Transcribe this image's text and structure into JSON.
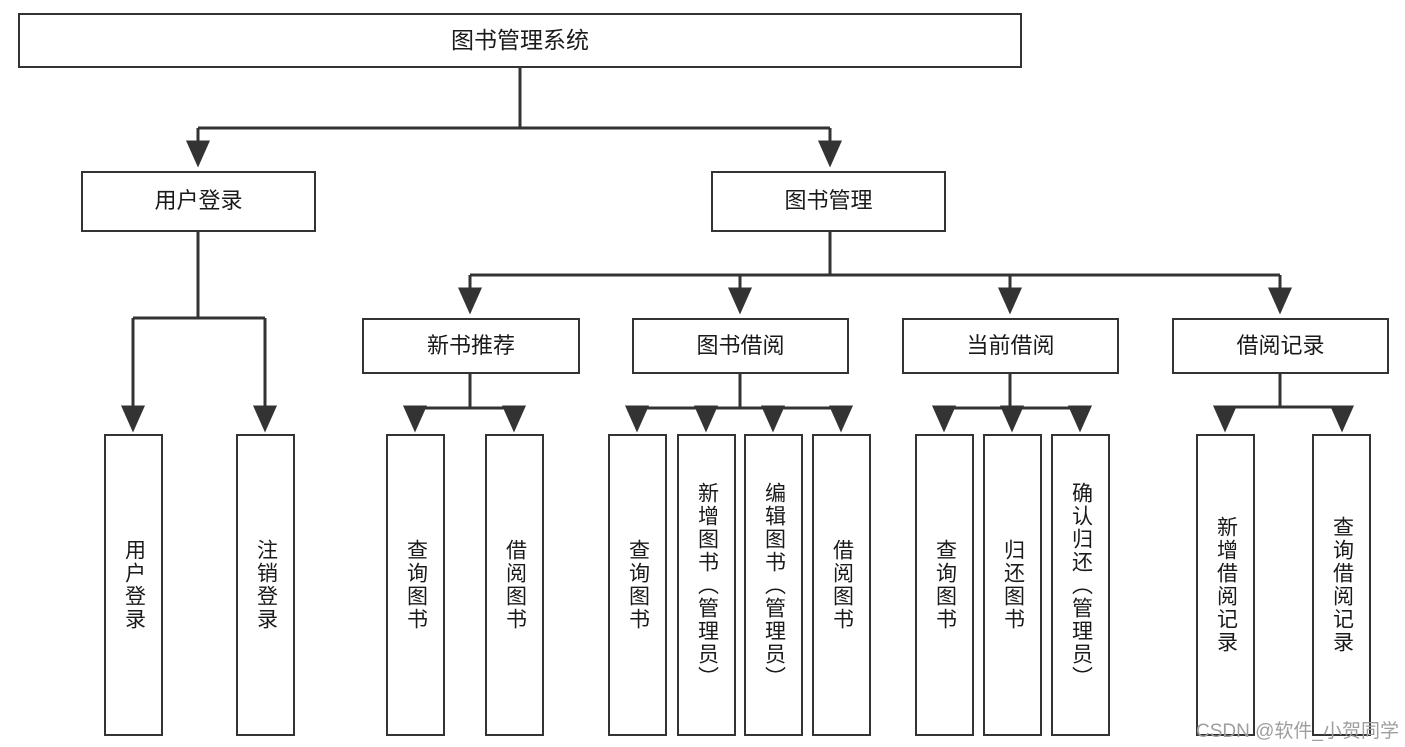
{
  "diagram": {
    "type": "tree-hierarchy-chart",
    "title_text": "图书管理系统",
    "colors": {
      "box_stroke": "#333333",
      "box_fill": "#ffffff",
      "edge_stroke": "#333333",
      "text": "#1a1a1a",
      "watermark": "#9e9e9e"
    },
    "root": {
      "label": "图书管理系统"
    },
    "level2": [
      {
        "label": "用户登录"
      },
      {
        "label": "图书管理"
      }
    ],
    "level3": [
      {
        "label": "新书推荐"
      },
      {
        "label": "图书借阅"
      },
      {
        "label": "当前借阅"
      },
      {
        "label": "借阅记录"
      }
    ],
    "leaves": {
      "user_login": [
        {
          "label": "用户登录"
        },
        {
          "label": "注销登录"
        }
      ],
      "new_book_recommend": [
        {
          "label": "查询图书"
        },
        {
          "label": "借阅图书"
        }
      ],
      "book_borrow": [
        {
          "label": "查询图书"
        },
        {
          "label": "新增图书（管理员）"
        },
        {
          "label": "编辑图书（管理员）"
        },
        {
          "label": "借阅图书"
        }
      ],
      "current_borrow": [
        {
          "label": "查询图书"
        },
        {
          "label": "归还图书"
        },
        {
          "label": "确认归还（管理员）"
        }
      ],
      "borrow_record": [
        {
          "label": "新增借阅记录"
        },
        {
          "label": "查询借阅记录"
        }
      ]
    }
  },
  "watermark": {
    "text": "CSDN @软件_小贺同学"
  }
}
